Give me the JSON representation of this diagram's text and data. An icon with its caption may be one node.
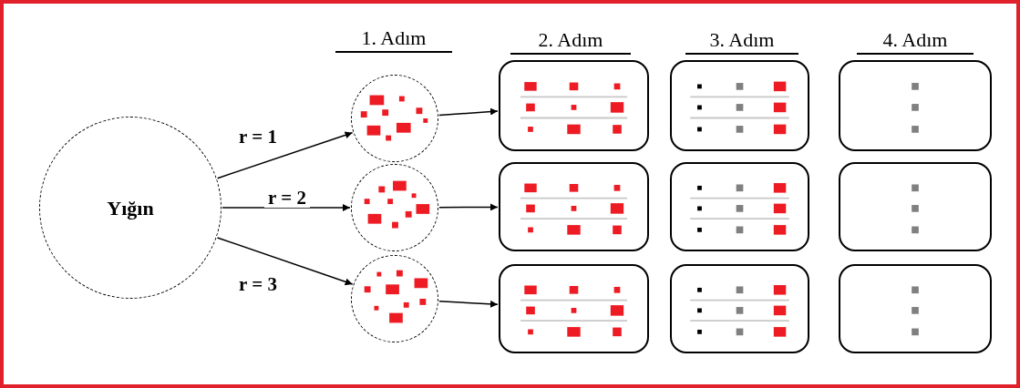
{
  "diagram": {
    "nodes": [
      {
        "text": [
          "Yığın"
        ]
      },
      {
        "text": [],
        "shape": "circle"
      },
      {
        "text": [],
        "shape": "box"
      },
      {
        "text": [],
        "shape": "box"
      },
      {
        "text": [],
        "shape": "box"
      },
      {
        "text": [],
        "shape": "circle"
      },
      {
        "text": [],
        "shape": "box"
      },
      {
        "text": [],
        "shape": "box"
      },
      {
        "text": [],
        "shape": "box"
      },
      {
        "text": [],
        "shape": "circle"
      },
      {
        "text": [],
        "shape": "box"
      },
      {
        "text": [],
        "shape": "box"
      },
      {
        "text": [],
        "shape": "box"
      }
    ],
    "edges": [
      {
        "from": 0,
        "to": 1,
        "arrow": "to",
        "label": "r = 1"
      },
      {
        "from": 0,
        "to": 5,
        "arrow": "to",
        "label": "r = 2"
      },
      {
        "from": 0,
        "to": 9,
        "arrow": "to",
        "label": "r = 3"
      },
      {
        "from": 1,
        "to": 2,
        "arrow": "to"
      },
      {
        "from": 5,
        "to": 6,
        "arrow": "to"
      },
      {
        "from": 9,
        "to": 10,
        "arrow": "to"
      }
    ],
    "labels": [
      "1. Adım",
      "2. Adım",
      "3. Adım",
      "4. Adım"
    ]
  }
}
